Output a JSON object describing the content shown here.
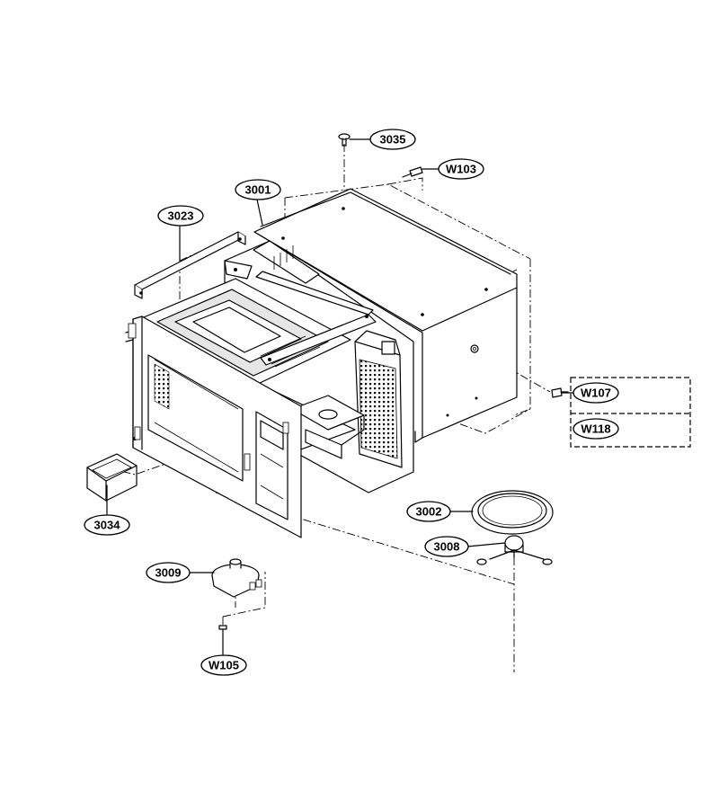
{
  "labels": {
    "3035": "3035",
    "W103": "W103",
    "3001": "3001",
    "3023": "3023",
    "W107": "W107",
    "W118": "W118",
    "3002": "3002",
    "3008": "3008",
    "3034": "3034",
    "3009": "3009",
    "W105": "W105"
  }
}
